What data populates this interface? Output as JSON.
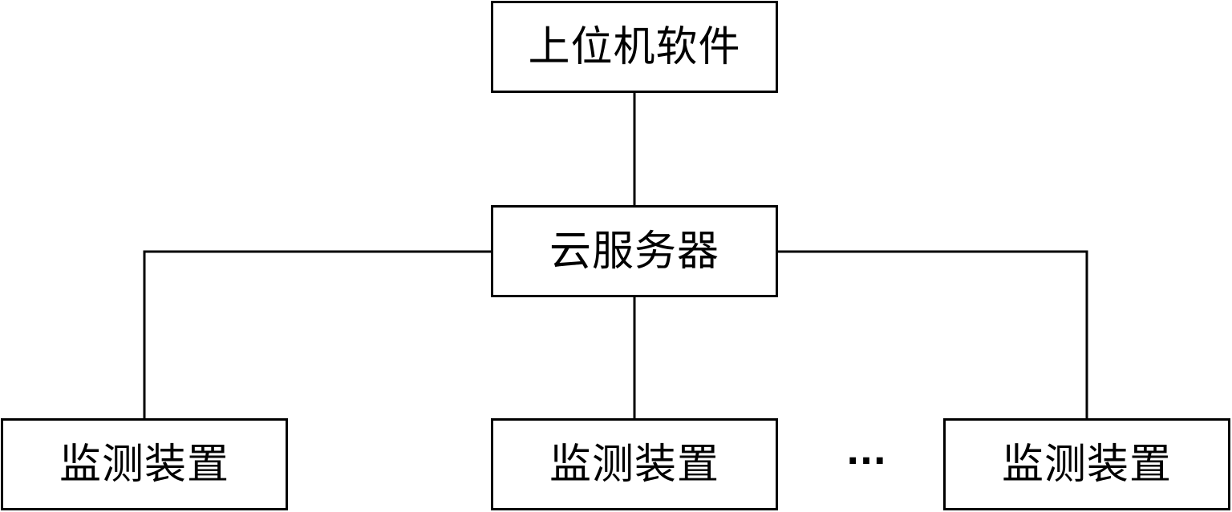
{
  "diagram": {
    "upper_software": "上位机软件",
    "cloud_server": "云服务器",
    "devices": [
      "监测装置",
      "监测装置",
      "监测装置"
    ],
    "ellipsis": "···"
  }
}
